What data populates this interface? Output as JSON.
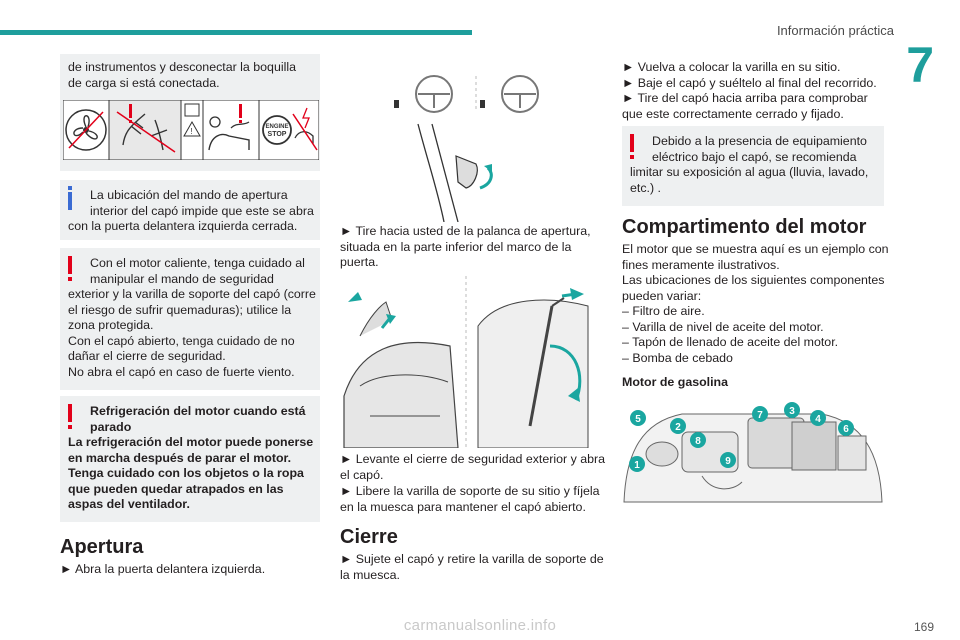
{
  "header": {
    "section_title": "Información práctica",
    "chapter": "7",
    "page": "169"
  },
  "footer": {
    "watermark": "carmanualsonline.info"
  },
  "col1": {
    "intro": "de instrumentos y desconectar la boquilla de carga si está conectada.",
    "pictograms": [
      "fan-icon",
      "hand-fan-warning-icon",
      "hot-engine-warning-icon",
      "engine-stop-icon"
    ],
    "engine_stop_label_1": "ENGINE",
    "engine_stop_label_2": "STOP",
    "info_box": {
      "line1": "La ubicación del mando de apertura",
      "line2": "interior del capó impide que este se abra",
      "line3": "con la puerta delantera izquierda cerrada."
    },
    "warn_box_1": {
      "line1": "Con el motor caliente, tenga cuidado al",
      "line2": "manipular el mando de seguridad",
      "rest": [
        "exterior y la varilla de soporte del capó (corre",
        "el riesgo de sufrir quemaduras); utilice la",
        "zona protegida.",
        "Con el capó abierto, tenga cuidado de no",
        "dañar el cierre de seguridad.",
        "No abra el capó en caso de fuerte viento."
      ]
    },
    "warn_box_2": {
      "line1": "Refrigeración del motor cuando está",
      "line2": "parado",
      "rest": [
        "La refrigeración del motor puede ponerse",
        "en marcha después de parar el motor.",
        "Tenga cuidado con los objetos o la ropa",
        "que pueden quedar atrapados en las",
        "aspas del ventilador."
      ]
    },
    "heading": "Apertura",
    "step1": "► Abra la puerta delantera izquierda."
  },
  "col2": {
    "step_a": [
      "► Tire hacia usted de la palanca de apertura,",
      "situada en la parte inferior del marco de la",
      "puerta."
    ],
    "step_b": [
      "► Levante el cierre de seguridad exterior y abra",
      "el capó."
    ],
    "step_c": [
      "► Libere la varilla de soporte de su sitio y fíjela",
      "en la muesca para mantener el capó abierto."
    ],
    "heading": "Cierre",
    "step_d": [
      "► Sujete el capó y retire la varilla de soporte de",
      "la muesca."
    ]
  },
  "col3": {
    "steps": [
      "► Vuelva a colocar la varilla en su sitio.",
      "► Baje el capó y suéltelo al final del recorrido.",
      "► Tire del capó hacia arriba para comprobar",
      "que este correctamente cerrado y fijado."
    ],
    "warn_box": {
      "line1": "Debido a la presencia de equipamiento",
      "line2": "eléctrico bajo el capó, se recomienda",
      "rest": [
        "limitar su exposición al agua (lluvia, lavado,",
        "etc.) ."
      ]
    },
    "heading": "Compartimento del motor",
    "body": [
      "El motor que se muestra aquí es un ejemplo con",
      "fines meramente ilustrativos.",
      "Las ubicaciones de los siguientes componentes",
      "pueden variar:",
      "– Filtro de aire.",
      "– Varilla de nivel de aceite del motor.",
      "– Tapón de llenado de aceite del motor.",
      "– Bomba de cebado"
    ],
    "subheading": "Motor de gasolina",
    "callouts": [
      "1",
      "2",
      "3",
      "4",
      "5",
      "6",
      "7",
      "8",
      "9"
    ]
  },
  "colors": {
    "accent": "#1e9e9c",
    "warning": "#e2001a",
    "info": "#3a6bd3",
    "callout": "#1aa6a0"
  }
}
